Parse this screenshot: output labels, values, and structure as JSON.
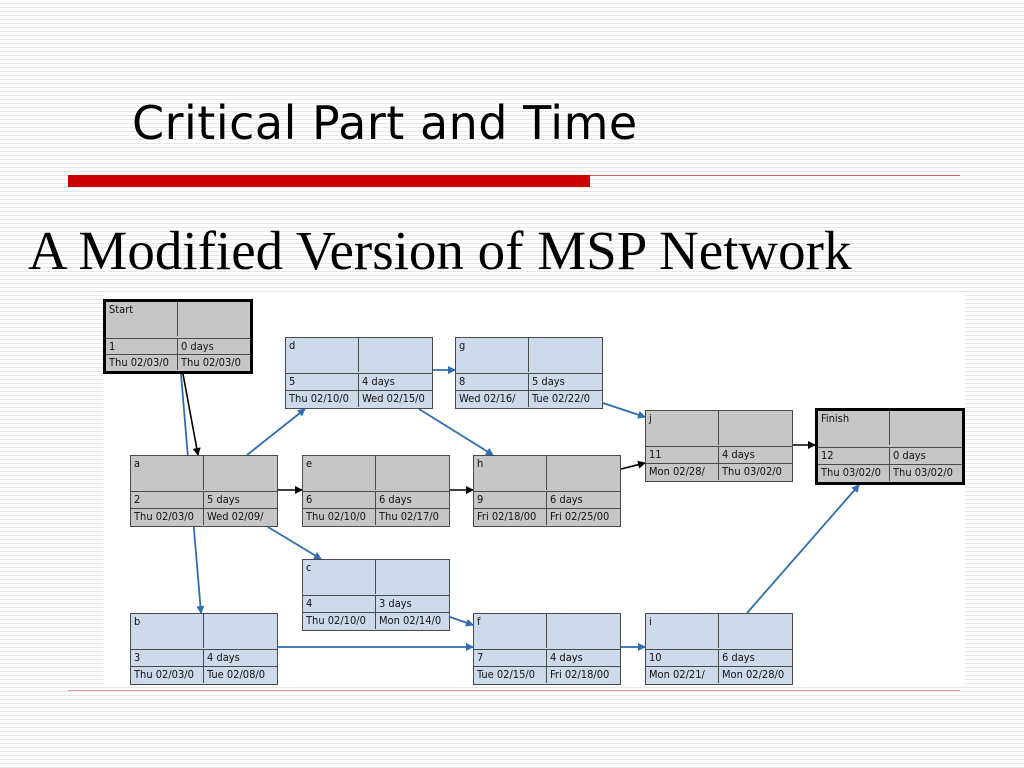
{
  "slide": {
    "title": "Critical Part and Time",
    "subtitle": "A Modified Version of MSP Network"
  },
  "colors": {
    "accent_rule": "#cc0000",
    "critical_fill": "#c6c6c6",
    "normal_fill": "#ccdaec",
    "arrow_blue": "#2f6cb0",
    "arrow_black": "#000000"
  },
  "nodes": [
    {
      "id": "start",
      "name": "Start",
      "num": "1",
      "duration": "0 days",
      "start_date": "Thu 02/03/0",
      "finish_date": "Thu 02/03/0",
      "critical": true,
      "bold": true
    },
    {
      "id": "a",
      "name": "a",
      "num": "2",
      "duration": "5 days",
      "start_date": "Thu 02/03/0",
      "finish_date": "Wed 02/09/",
      "critical": true,
      "bold": false
    },
    {
      "id": "b",
      "name": "b",
      "num": "3",
      "duration": "4 days",
      "start_date": "Thu 02/03/0",
      "finish_date": "Tue 02/08/0",
      "critical": false,
      "bold": false
    },
    {
      "id": "c",
      "name": "c",
      "num": "4",
      "duration": "3 days",
      "start_date": "Thu 02/10/0",
      "finish_date": "Mon 02/14/0",
      "critical": false,
      "bold": false
    },
    {
      "id": "d",
      "name": "d",
      "num": "5",
      "duration": "4 days",
      "start_date": "Thu 02/10/0",
      "finish_date": "Wed 02/15/0",
      "critical": false,
      "bold": false
    },
    {
      "id": "e",
      "name": "e",
      "num": "6",
      "duration": "6 days",
      "start_date": "Thu 02/10/0",
      "finish_date": "Thu 02/17/0",
      "critical": true,
      "bold": false
    },
    {
      "id": "f",
      "name": "f",
      "num": "7",
      "duration": "4 days",
      "start_date": "Tue 02/15/0",
      "finish_date": "Fri 02/18/00",
      "critical": false,
      "bold": false
    },
    {
      "id": "g",
      "name": "g",
      "num": "8",
      "duration": "5 days",
      "start_date": "Wed 02/16/",
      "finish_date": "Tue 02/22/0",
      "critical": false,
      "bold": false
    },
    {
      "id": "h",
      "name": "h",
      "num": "9",
      "duration": "6 days",
      "start_date": "Fri 02/18/00",
      "finish_date": "Fri 02/25/00",
      "critical": true,
      "bold": false
    },
    {
      "id": "i",
      "name": "i",
      "num": "10",
      "duration": "6 days",
      "start_date": "Mon 02/21/",
      "finish_date": "Mon 02/28/0",
      "critical": false,
      "bold": false
    },
    {
      "id": "j",
      "name": "j",
      "num": "11",
      "duration": "4 days",
      "start_date": "Mon 02/28/",
      "finish_date": "Thu 03/02/0",
      "critical": true,
      "bold": false
    },
    {
      "id": "finish",
      "name": "Finish",
      "num": "12",
      "duration": "0 days",
      "start_date": "Thu 03/02/0",
      "finish_date": "Thu 03/02/0",
      "critical": true,
      "bold": true
    }
  ],
  "edges": [
    {
      "from": "start",
      "to": "a",
      "kind": "critical"
    },
    {
      "from": "start",
      "to": "b",
      "kind": "normal"
    },
    {
      "from": "a",
      "to": "d",
      "kind": "normal"
    },
    {
      "from": "a",
      "to": "e",
      "kind": "critical"
    },
    {
      "from": "a",
      "to": "c",
      "kind": "normal"
    },
    {
      "from": "d",
      "to": "g",
      "kind": "normal"
    },
    {
      "from": "d",
      "to": "h",
      "kind": "normal"
    },
    {
      "from": "e",
      "to": "h",
      "kind": "critical"
    },
    {
      "from": "c",
      "to": "f",
      "kind": "normal"
    },
    {
      "from": "b",
      "to": "f",
      "kind": "normal"
    },
    {
      "from": "g",
      "to": "j",
      "kind": "normal"
    },
    {
      "from": "h",
      "to": "j",
      "kind": "critical"
    },
    {
      "from": "f",
      "to": "i",
      "kind": "normal"
    },
    {
      "from": "j",
      "to": "finish",
      "kind": "critical"
    },
    {
      "from": "i",
      "to": "finish",
      "kind": "normal"
    }
  ]
}
